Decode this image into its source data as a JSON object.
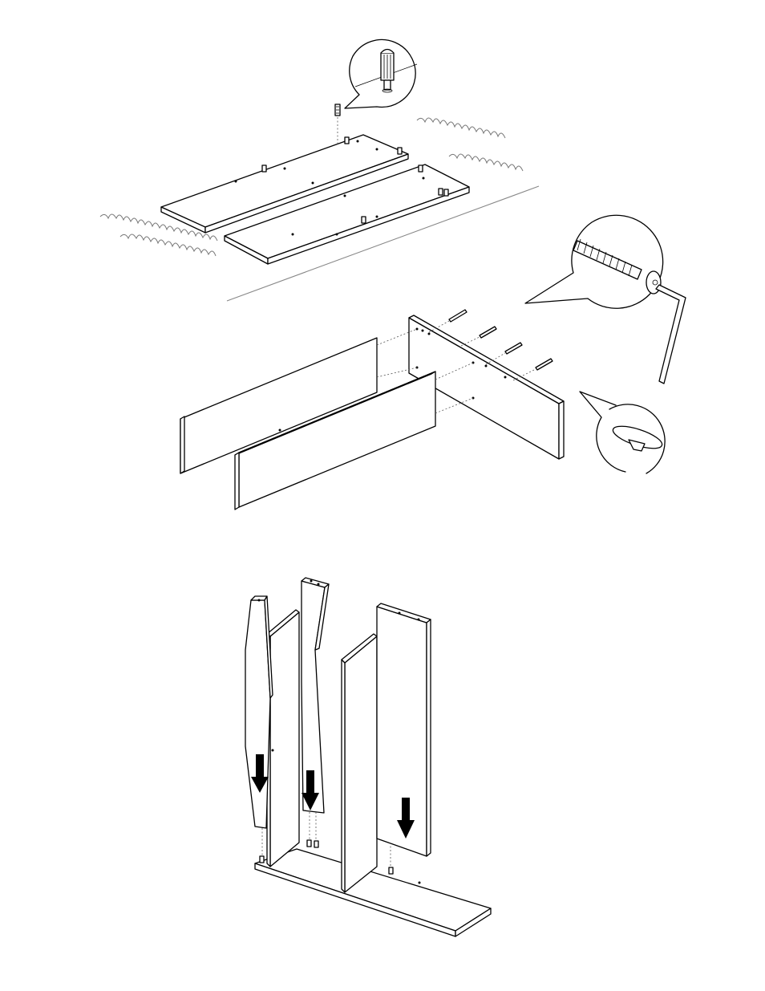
{
  "steps": [
    {
      "id": "step-1",
      "description_hidden": "",
      "parts": [
        "dowel-pins",
        "base-panels"
      ],
      "callout_icon": "dowel-pin-icon"
    },
    {
      "id": "step-2",
      "parts": [
        "cam-screws",
        "side-panel",
        "front-rail",
        "back-rail"
      ],
      "callout_icons": [
        "cam-screw-hex-key-icon",
        "cam-lock-icon"
      ]
    },
    {
      "id": "step-3",
      "parts": [
        "left-side-panel",
        "middle-divider",
        "right-side-panel",
        "bottom-base-panel"
      ],
      "arrow_icon": "down-arrow-icon",
      "arrow_count": 3
    }
  ],
  "colors": {
    "line": "#000000",
    "background": "#ffffff",
    "hint": "#888888"
  }
}
